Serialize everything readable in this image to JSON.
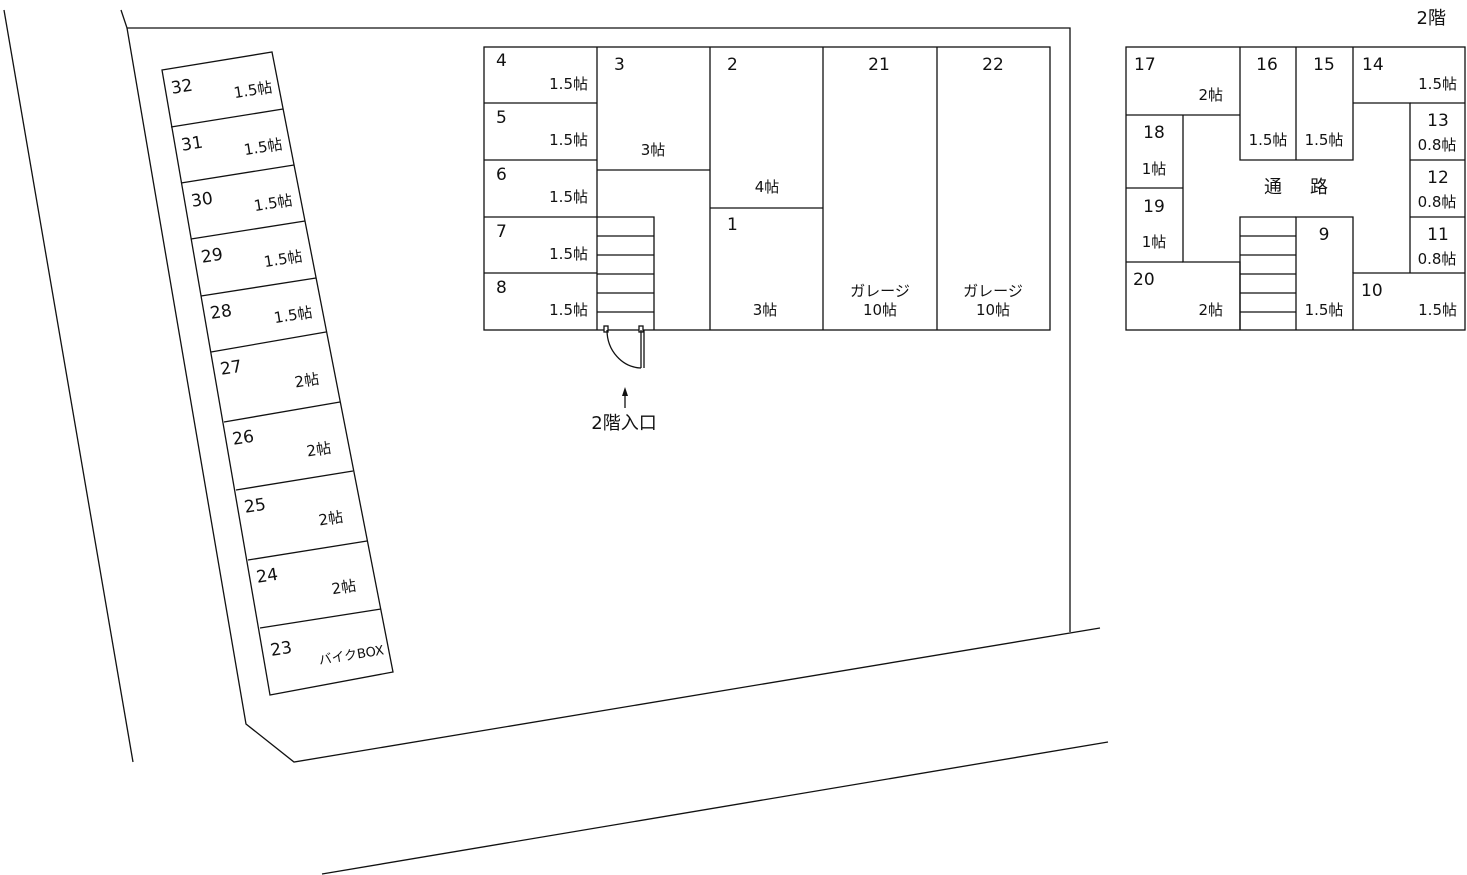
{
  "floor_label": "2階",
  "entrance_label": "2階入口",
  "corridor_label": [
    "通",
    "路"
  ],
  "slant_units": [
    {
      "num": "32",
      "size": "1.5帖"
    },
    {
      "num": "31",
      "size": "1.5帖"
    },
    {
      "num": "30",
      "size": "1.5帖"
    },
    {
      "num": "29",
      "size": "1.5帖"
    },
    {
      "num": "28",
      "size": "1.5帖"
    },
    {
      "num": "27",
      "size": "2帖"
    },
    {
      "num": "26",
      "size": "2帖"
    },
    {
      "num": "25",
      "size": "2帖"
    },
    {
      "num": "24",
      "size": "2帖"
    },
    {
      "num": "23",
      "size": "バイクBOX"
    }
  ],
  "main_units": {
    "u4": {
      "num": "4",
      "size": "1.5帖"
    },
    "u5": {
      "num": "5",
      "size": "1.5帖"
    },
    "u6": {
      "num": "6",
      "size": "1.5帖"
    },
    "u7": {
      "num": "7",
      "size": "1.5帖"
    },
    "u8": {
      "num": "8",
      "size": "1.5帖"
    },
    "u3": {
      "num": "3",
      "size": "3帖"
    },
    "u2": {
      "num": "2",
      "size": "4帖"
    },
    "u1": {
      "num": "1",
      "size": "3帖"
    },
    "u21": {
      "num": "21",
      "type": "ガレージ",
      "size": "10帖"
    },
    "u22": {
      "num": "22",
      "type": "ガレージ",
      "size": "10帖"
    }
  },
  "upper_units": {
    "u17": {
      "num": "17",
      "size": "2帖"
    },
    "u16": {
      "num": "16",
      "size": "1.5帖"
    },
    "u15": {
      "num": "15",
      "size": "1.5帖"
    },
    "u14": {
      "num": "14",
      "size": "1.5帖"
    },
    "u13": {
      "num": "13",
      "size": "0.8帖"
    },
    "u12": {
      "num": "12",
      "size": "0.8帖"
    },
    "u11": {
      "num": "11",
      "size": "0.8帖"
    },
    "u18": {
      "num": "18",
      "size": "1帖"
    },
    "u19": {
      "num": "19",
      "size": "1帖"
    },
    "u20": {
      "num": "20",
      "size": "2帖"
    },
    "u9": {
      "num": "9",
      "size": "1.5帖"
    },
    "u10": {
      "num": "10",
      "size": "1.5帖"
    }
  },
  "colors": {
    "line": "#111111",
    "background": "#ffffff"
  }
}
